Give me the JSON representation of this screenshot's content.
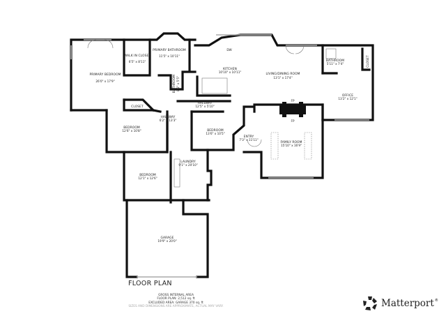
{
  "rooms": {
    "primary_bedroom": {
      "name": "PRIMARY BEDROOM",
      "dims": "26'0\" x 17'9\""
    },
    "walk_in_closet": {
      "name": "WALK IN CLOSET",
      "dims": "6'5\" x 8'11\""
    },
    "primary_bathroom": {
      "name": "PRIMARY BATHROOM",
      "dims": "11'5\" x 10'11\""
    },
    "bathroom_small": {
      "name": "BATHROOM",
      "dims": "8'1\" x 5'5\""
    },
    "kitchen": {
      "name": "KITCHEN",
      "dims": "10'10\" x 10'11\"",
      "dw": "DW"
    },
    "living_dining": {
      "name": "LIVING/DINING ROOM",
      "dims": "13'1\" x 17'4\""
    },
    "bathroom_office": {
      "name": "BATHROOM",
      "dims": "5'11\" x 7'4\""
    },
    "closet_office": {
      "name": "CLOSET"
    },
    "office": {
      "name": "OFFICE",
      "dims": "13'2\" x 12'1\""
    },
    "closet": {
      "name": "CLOSET"
    },
    "hallway_1": {
      "name": "HALLWAY",
      "dims": "12'5\" x 5'10\""
    },
    "hallway_2": {
      "name": "HALLWAY",
      "dims": "6'2\" x 13'3\""
    },
    "bedroom_1": {
      "name": "BEDROOM",
      "dims": "12'6\" x 10'8\""
    },
    "bedroom_2": {
      "name": "BEDROOM",
      "dims": "13'6\" x 10'5\""
    },
    "entry": {
      "name": "ENTRY",
      "dims": "7'3\" x 11'11\""
    },
    "family_room": {
      "name": "FAMILY ROOM",
      "dims": "15'10\" x 16'9\""
    },
    "fireplace_top": "FP",
    "fireplace_bottom": "FP",
    "bedroom_3": {
      "name": "BEDROOM",
      "dims": "12'1\" x 12'6\""
    },
    "laundry": {
      "name": "LAUNDRY",
      "dims": "9'1\" x 20'10\""
    },
    "garage": {
      "name": "GARAGE",
      "dims": "19'9\" x 20'0\""
    }
  },
  "title": "FLOOR PLAN",
  "area": {
    "heading": "GROSS INTERNAL AREA",
    "floor_plan": "FLOOR PLAN: 2,512 sq. ft",
    "excluded": "EXCLUDED AREA: GARAGE 370 sq. ft",
    "disclaimer": "SIZES AND DIMENSIONS ARE APPROXIMATE, ACTUAL MAY VARY."
  },
  "brand": {
    "name": "Matterport",
    "mark": "®",
    "logo_icon": "matterport-logo-icon"
  }
}
